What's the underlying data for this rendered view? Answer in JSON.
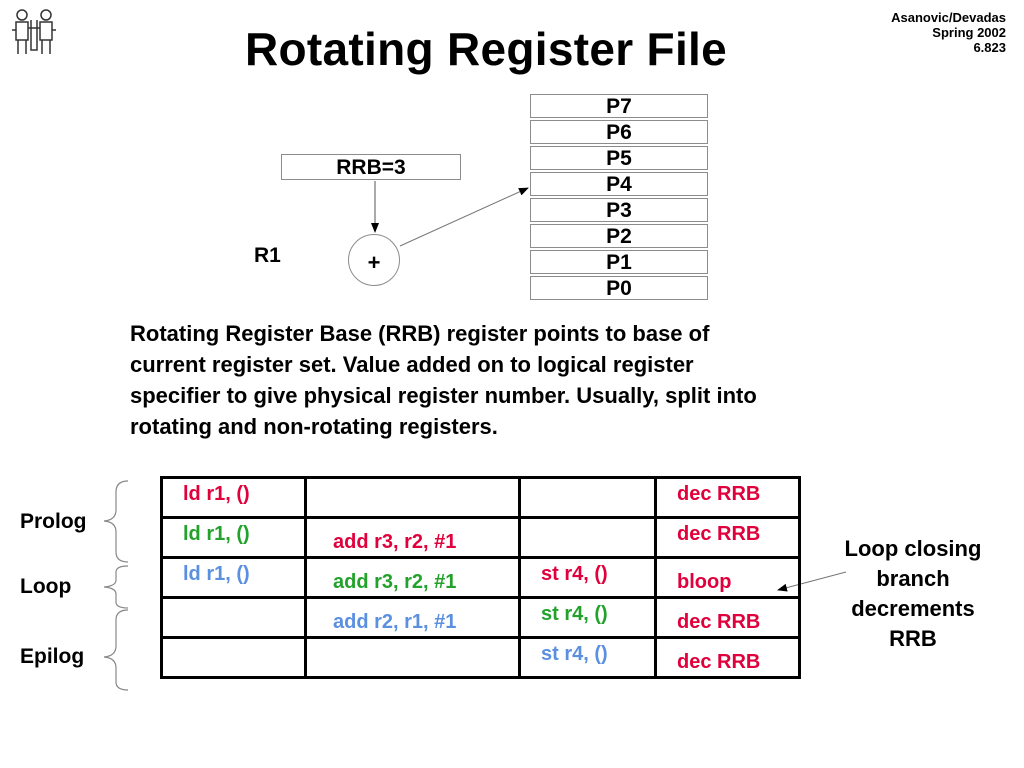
{
  "header": {
    "title": "Rotating Register File",
    "credit_lines": [
      "Asanovic/Devadas",
      "Spring 2002",
      "6.823"
    ]
  },
  "register_file": {
    "registers": [
      "P7",
      "P6",
      "P5",
      "P4",
      "P3",
      "P2",
      "P1",
      "P0"
    ],
    "rrb_label": "RRB=3",
    "input_label": "R1",
    "adder_symbol": "+"
  },
  "description": {
    "lines": [
      "Rotating Register Base (RRB) register points to base of",
      "current register set.  Value added on to logical register",
      "specifier to give physical register number.  Usually, split into",
      "rotating and non-rotating registers."
    ]
  },
  "phases": [
    "Prolog",
    "Loop",
    "Epilog"
  ],
  "schedule": {
    "rows": [
      [
        {
          "text": "ld r1, ()",
          "color": "#e0003c",
          "offset": "hi"
        },
        {
          "text": "",
          "color": "#000000",
          "offset": "hi"
        },
        {
          "text": "",
          "color": "#000000",
          "offset": "hi"
        },
        {
          "text": "dec RRB",
          "color": "#e0003c",
          "offset": "hi"
        }
      ],
      [
        {
          "text": "ld r1, ()",
          "color": "#22a22a",
          "offset": "hi"
        },
        {
          "text": "add r3, r2, #1",
          "color": "#e0003c",
          "offset": "lo"
        },
        {
          "text": "",
          "color": "#000000",
          "offset": "hi"
        },
        {
          "text": "dec RRB",
          "color": "#e0003c",
          "offset": "hi"
        }
      ],
      [
        {
          "text": "ld r1, ()",
          "color": "#5b8fe0",
          "offset": "hi"
        },
        {
          "text": "add r3, r2, #1",
          "color": "#22a22a",
          "offset": "lo"
        },
        {
          "text": "st r4, ()",
          "color": "#e0003c",
          "offset": "hi"
        },
        {
          "text": "bloop",
          "color": "#e0003c",
          "offset": "lo"
        }
      ],
      [
        {
          "text": "",
          "color": "#000000",
          "offset": "hi"
        },
        {
          "text": "add r2, r1, #1",
          "color": "#5b8fe0",
          "offset": "lo"
        },
        {
          "text": "st r4, ()",
          "color": "#22a22a",
          "offset": "hi"
        },
        {
          "text": "dec RRB",
          "color": "#e0003c",
          "offset": "lo"
        }
      ],
      [
        {
          "text": "",
          "color": "#000000",
          "offset": "hi"
        },
        {
          "text": "",
          "color": "#000000",
          "offset": "hi"
        },
        {
          "text": "st r4, ()",
          "color": "#5b8fe0",
          "offset": "hi"
        },
        {
          "text": "dec RRB",
          "color": "#e0003c",
          "offset": "lo"
        }
      ]
    ]
  },
  "annotation": {
    "lines": [
      "Loop closing",
      "branch",
      "decrements",
      "RRB"
    ]
  }
}
